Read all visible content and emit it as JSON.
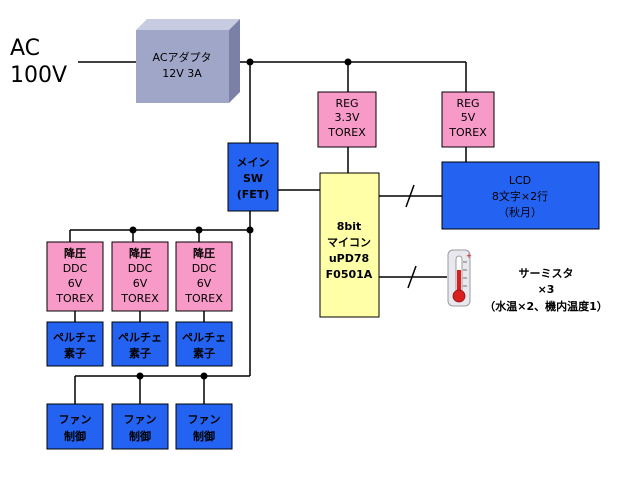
{
  "colors": {
    "pink": "#f79ac8",
    "blue": "#2463f2",
    "adapter_front": "#a0a6c8",
    "adapter_top": "#c8cce2",
    "adapter_side": "#7a80a6",
    "cpu": "#ffffa8",
    "wire": "#000000"
  },
  "ac_input": {
    "line1": "AC",
    "line2": "100V"
  },
  "adapter": {
    "line1": "ACアダプタ",
    "line2": "12V 3A"
  },
  "main_switch": {
    "line1": "メイン",
    "line2": "SW",
    "line3": "(FET)"
  },
  "regulators": [
    {
      "line1": "REG",
      "line2": "3.3V",
      "line3": "TOREX"
    },
    {
      "line1": "REG",
      "line2": "5V",
      "line3": "TOREX"
    }
  ],
  "mcu": {
    "line1": "8bit",
    "line2": "マイコン",
    "line3": "uPD78",
    "line4": "F0501A"
  },
  "lcd": {
    "line1": "LCD",
    "line2": "8文字×2行",
    "line3": "（秋月）"
  },
  "thermistor": {
    "icon": "thermometer-icon",
    "line1": "サーミスタ",
    "line2": "×3",
    "line3": "（水温×2、機内温度1）"
  },
  "ddc_units": [
    {
      "line1": "降圧",
      "line2": "DDC",
      "line3": "6V",
      "line4": "TOREX"
    },
    {
      "line1": "降圧",
      "line2": "DDC",
      "line3": "6V",
      "line4": "TOREX"
    },
    {
      "line1": "降圧",
      "line2": "DDC",
      "line3": "6V",
      "line4": "TOREX"
    }
  ],
  "peltier_units": [
    {
      "line1": "ペルチェ",
      "line2": "素子"
    },
    {
      "line1": "ペルチェ",
      "line2": "素子"
    },
    {
      "line1": "ペルチェ",
      "line2": "素子"
    }
  ],
  "fan_units": [
    {
      "line1": "ファン",
      "line2": "制御"
    },
    {
      "line1": "ファン",
      "line2": "制御"
    },
    {
      "line1": "ファン",
      "line2": "制御"
    }
  ]
}
